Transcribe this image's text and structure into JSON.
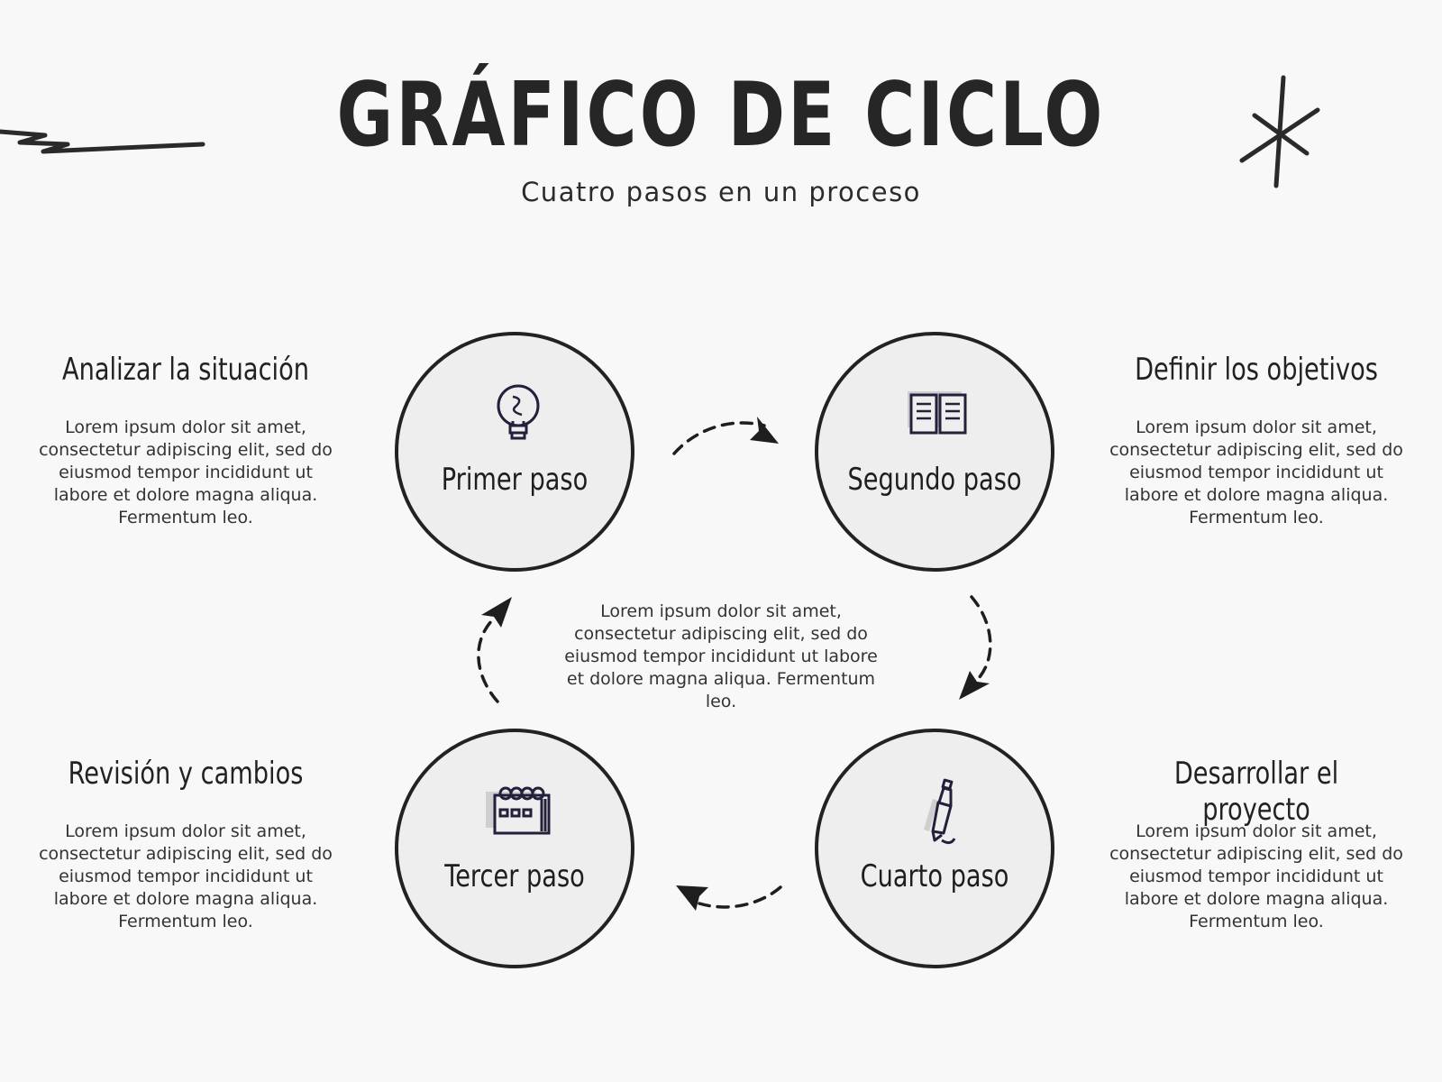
{
  "title": "GRÁFICO DE CICLO",
  "subtitle": "Cuatro pasos en un proceso",
  "lorem": "Lorem ipsum dolor sit amet, consectetur adipiscing elit, sed do eiusmod tempor incididunt ut labore et dolore magna aliqua. Fermentum leo.",
  "sides": {
    "top_left": {
      "heading": "Analizar la situación",
      "text": "Lorem ipsum dolor sit amet, consectetur adipiscing elit, sed do eiusmod tempor incididunt ut labore et dolore magna aliqua. Fermentum leo."
    },
    "top_right": {
      "heading": "Definir los objetivos",
      "text": "Lorem ipsum dolor sit amet, consectetur adipiscing elit, sed do eiusmod tempor incididunt ut labore et dolore magna aliqua. Fermentum leo."
    },
    "bottom_left": {
      "heading": "Revisión y cambios",
      "text": "Lorem ipsum dolor sit amet, consectetur adipiscing elit, sed do eiusmod tempor incididunt ut labore et dolore magna aliqua. Fermentum leo."
    },
    "bottom_right": {
      "heading": "Desarrollar el proyecto",
      "text": "Lorem ipsum dolor sit amet, consectetur adipiscing elit, sed do eiusmod tempor incididunt ut labore et dolore magna aliqua. Fermentum leo."
    }
  },
  "steps": [
    {
      "label": "Primer paso",
      "icon": "lightbulb-icon"
    },
    {
      "label": "Segundo paso",
      "icon": "open-book-icon"
    },
    {
      "label": "Tercer paso",
      "icon": "notebook-icon"
    },
    {
      "label": "Cuarto paso",
      "icon": "pen-icon"
    }
  ],
  "center_text": "Lorem ipsum dolor sit amet, consectetur adipiscing elit, sed do eiusmod tempor incididunt ut labore et dolore magna aliqua. Fermentum leo.",
  "colors": {
    "background": "#f8f8f8",
    "circle_fill": "#eeeeee",
    "stroke": "#222222"
  }
}
